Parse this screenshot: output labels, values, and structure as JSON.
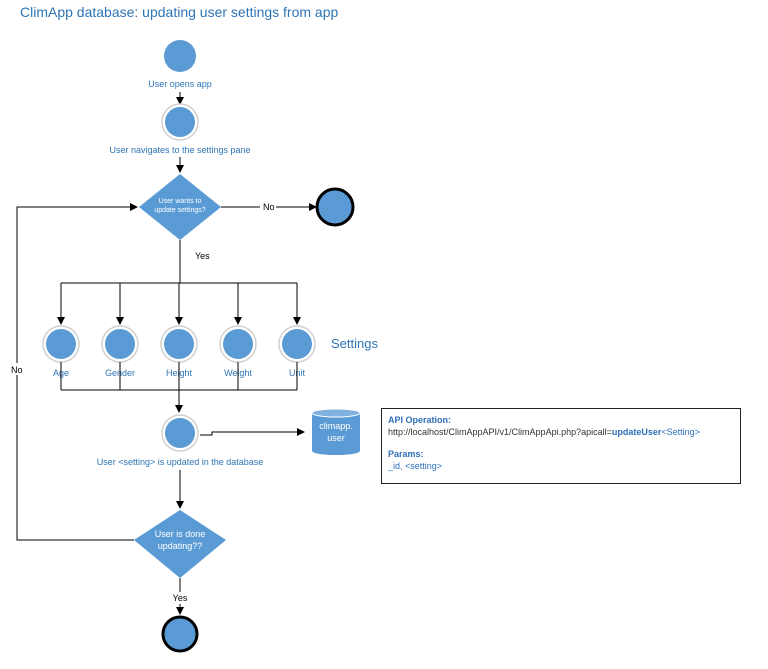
{
  "title": "ClimApp database: updating user settings from app",
  "nodes": {
    "start": "User opens app",
    "navigate": "User navigates to the settings pane",
    "decision1_line1": "User wants to",
    "decision1_line2": "update settings?",
    "update": "User <setting> is updated in the database",
    "decision2_line1": "User is done",
    "decision2_line2": "updating??"
  },
  "edges": {
    "no_exit": "No",
    "yes_down": "Yes",
    "no_loop": "No",
    "yes_end": "Yes"
  },
  "settings": {
    "group_label": "Settings",
    "items": [
      "Age",
      "Gender",
      "Height",
      "Weight",
      "Unit"
    ]
  },
  "database": {
    "line1": "climapp.",
    "line2": "user"
  },
  "api": {
    "operation_label": "API Operation:",
    "url_prefix": "http://localhost/ClimAppAPI/v1/ClimAppApi.php?apicall=",
    "url_method": "updateUser",
    "url_param": "<Setting>",
    "params_label": "Params:",
    "params_value": "_id, <setting>"
  },
  "colors": {
    "node_fill": "#5b9bd5",
    "label_blue": "#2e75b6",
    "line": "#000000"
  }
}
